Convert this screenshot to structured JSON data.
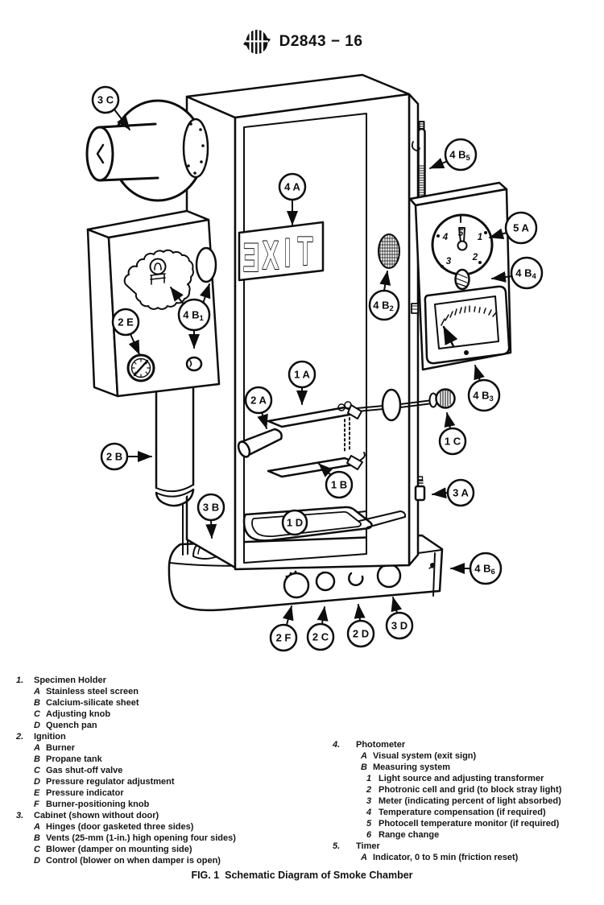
{
  "header": {
    "doc_code": "D2843 − 16",
    "logo_name": "ASTM International logo"
  },
  "figure": {
    "caption": "FIG. 1  Schematic Diagram of Smoke Chamber",
    "exit_sign_letters": [
      "E",
      "X",
      "I",
      "T"
    ],
    "timer_numbers": [
      "1",
      "2",
      "3",
      "4",
      "5"
    ],
    "callouts": {
      "c3C": {
        "label": "3 C",
        "sub": ""
      },
      "c4B5": {
        "label": "4 B",
        "sub": "5"
      },
      "c4A": {
        "label": "4 A",
        "sub": ""
      },
      "c5A": {
        "label": "5 A",
        "sub": ""
      },
      "c4B4": {
        "label": "4 B",
        "sub": "4"
      },
      "c4B2": {
        "label": "4 B",
        "sub": "2"
      },
      "c4B1": {
        "label": "4 B",
        "sub": "1"
      },
      "c2E": {
        "label": "2 E",
        "sub": ""
      },
      "c4B3": {
        "label": "4 B",
        "sub": "3"
      },
      "c1A": {
        "label": "1 A",
        "sub": ""
      },
      "c2A": {
        "label": "2 A",
        "sub": ""
      },
      "c1C": {
        "label": "1 C",
        "sub": ""
      },
      "c2B": {
        "label": "2 B",
        "sub": ""
      },
      "c1B": {
        "label": "1 B",
        "sub": ""
      },
      "c3A": {
        "label": "3 A",
        "sub": ""
      },
      "c3B": {
        "label": "3 B",
        "sub": ""
      },
      "c1D": {
        "label": "1 D",
        "sub": ""
      },
      "c4B6": {
        "label": "4 B",
        "sub": "6"
      },
      "c2F": {
        "label": "2 F",
        "sub": ""
      },
      "c2C": {
        "label": "2 C",
        "sub": ""
      },
      "c2D": {
        "label": "2 D",
        "sub": ""
      },
      "c3D": {
        "label": "3 D",
        "sub": ""
      }
    }
  },
  "legend": {
    "items": [
      {
        "num": "1.",
        "title": "Specimen Holder",
        "entries": [
          {
            "key": "A",
            "text": "Stainless steel screen"
          },
          {
            "key": "B",
            "text": "Calcium-silicate sheet"
          },
          {
            "key": "C",
            "text": "Adjusting knob"
          },
          {
            "key": "D",
            "text": "Quench pan"
          }
        ]
      },
      {
        "num": "2.",
        "title": "Ignition",
        "entries": [
          {
            "key": "A",
            "text": "Burner"
          },
          {
            "key": "B",
            "text": "Propane tank"
          },
          {
            "key": "C",
            "text": "Gas shut-off valve"
          },
          {
            "key": "D",
            "text": "Pressure regulator adjustment"
          },
          {
            "key": "E",
            "text": "Pressure indicator"
          },
          {
            "key": "F",
            "text": "Burner-positioning knob"
          }
        ]
      },
      {
        "num": "3.",
        "title": "Cabinet (shown without door)",
        "entries": [
          {
            "key": "A",
            "text": "Hinges (door gasketed three sides)"
          },
          {
            "key": "B",
            "text": "Vents (25-mm (1-in.) high opening four sides)"
          },
          {
            "key": "C",
            "text": "Blower (damper on mounting side)"
          },
          {
            "key": "D",
            "text": "Control (blower on when damper is open)"
          }
        ]
      },
      {
        "num": "4.",
        "title": "Photometer",
        "entries": [
          {
            "key": "A",
            "text": "Visual system (exit sign)"
          },
          {
            "key": "B",
            "text": "Measuring system"
          }
        ],
        "subentries": [
          {
            "key": "1",
            "text": "Light source and adjusting transformer"
          },
          {
            "key": "2",
            "text": "Photronic cell and grid (to block stray light)"
          },
          {
            "key": "3",
            "text": "Meter (indicating percent of light absorbed)"
          },
          {
            "key": "4",
            "text": "Temperature compensation (if required)"
          },
          {
            "key": "5",
            "text": "Photocell temperature monitor (if required)"
          },
          {
            "key": "6",
            "text": "Range change"
          }
        ]
      },
      {
        "num": "5.",
        "title": "Timer",
        "entries": [
          {
            "key": "A",
            "text": "Indicator, 0 to 5 min (friction reset)"
          }
        ]
      }
    ]
  }
}
